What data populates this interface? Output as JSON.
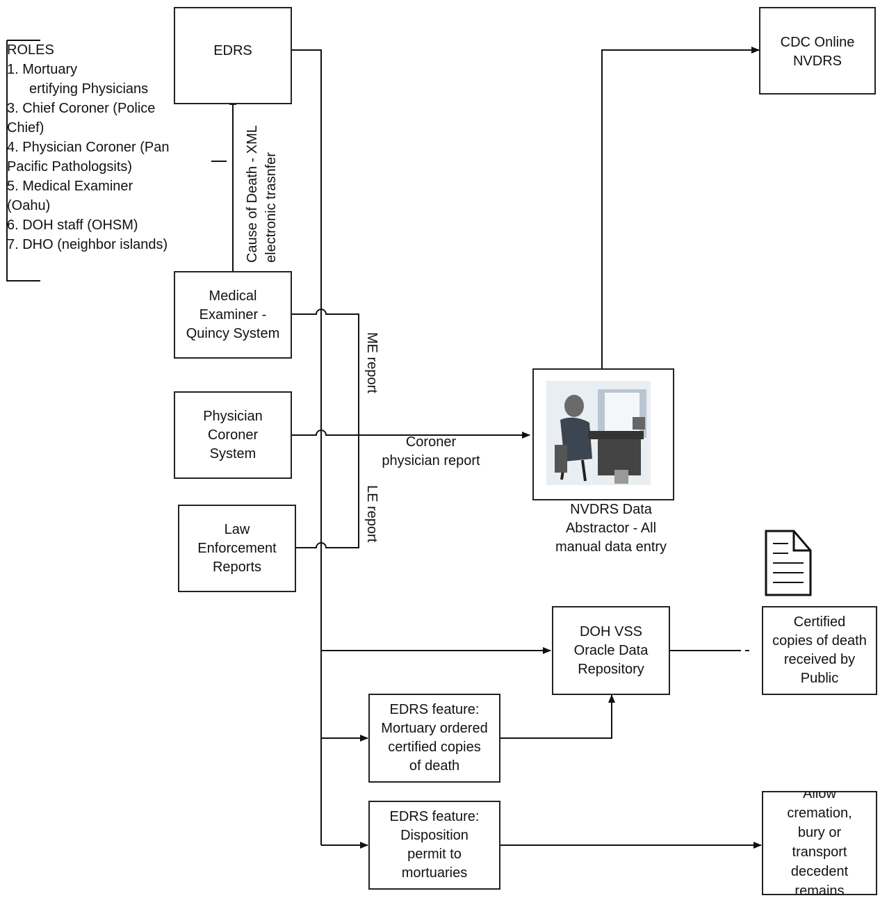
{
  "roles": {
    "title": "ROLES",
    "items": [
      "1. Mortuary",
      "ertifying Physicians",
      "3. Chief Coroner (Police",
      "Chief)",
      "4. Physician Coroner (Pan",
      "Pacific Pathologsits)",
      "5. Medical Examiner",
      "(Oahu)",
      "6. DOH staff (OHSM)",
      "7. DHO (neighbor islands)"
    ]
  },
  "nodes": {
    "edrs": [
      "EDRS"
    ],
    "cdc": [
      "CDC Online",
      "NVDRS"
    ],
    "medical_examiner": [
      "Medical",
      "Examiner -",
      "Quincy System"
    ],
    "physician_coroner": [
      "Physician",
      "Coroner",
      "System"
    ],
    "law_enforcement": [
      "Law",
      "Enforcement",
      "Reports"
    ],
    "nvdrs_abstractor": [
      "NVDRS Data",
      "Abstractor - All",
      "manual data entry"
    ],
    "doh_vss": [
      "DOH VSS",
      "Oracle Data",
      "Repository"
    ],
    "certified_copies": [
      "Certified",
      "copies of death",
      "received by",
      "Public"
    ],
    "feature_copies": [
      "EDRS feature:",
      "Mortuary ordered",
      "certified copies",
      "of death"
    ],
    "feature_permit": [
      "EDRS feature:",
      "Disposition",
      "permit to",
      "mortuaries"
    ],
    "allow_cremation": [
      "Allow",
      "cremation,",
      "bury or",
      "transport",
      "decedent",
      "remains"
    ]
  },
  "edge_labels": {
    "cause_of_death": [
      "Cause of Death - XML",
      "electronic trasnfer"
    ],
    "me_report": "ME report",
    "coroner_report": [
      "Coroner",
      "physician report"
    ],
    "le_report": "LE report"
  },
  "icons": {
    "document": "document-icon",
    "abstractor_picture": "person-at-desk-icon"
  }
}
